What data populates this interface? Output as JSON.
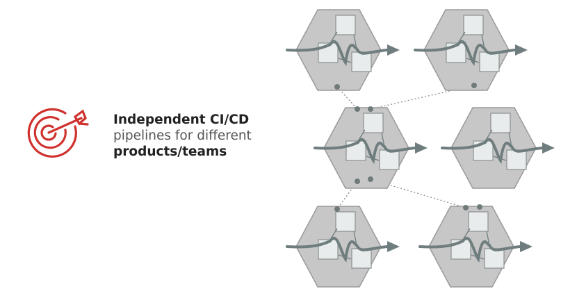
{
  "caption": {
    "line1": "Independent CI/CD",
    "line2": "pipelines for different",
    "line3": "products/teams"
  },
  "colors": {
    "accent": "#d0312d",
    "hex_fill": "#c7c7c7",
    "hex_stroke": "#9a9a9a",
    "box_fill": "#e9ecec",
    "flow": "#6f7d7e",
    "dot": "#707a7b"
  },
  "icons": [
    "target-arrow-icon"
  ],
  "diagram": {
    "services": [
      "service-top-left",
      "service-top-right",
      "service-mid-left",
      "service-mid-right",
      "service-bottom-left",
      "service-bottom-right"
    ]
  }
}
